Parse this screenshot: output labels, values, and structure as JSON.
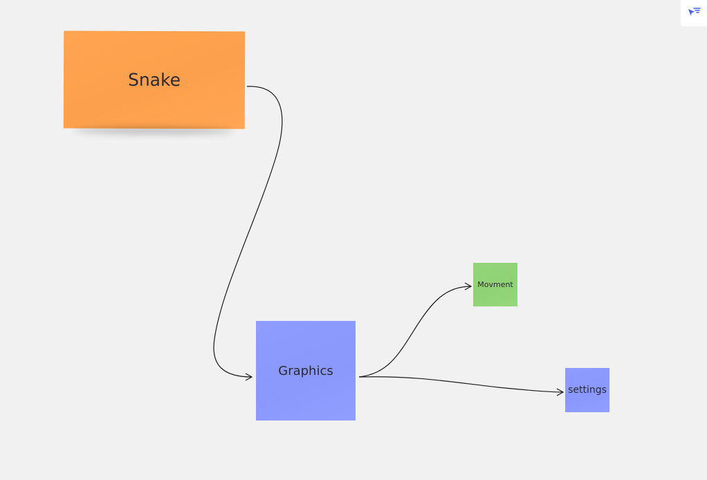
{
  "notes": {
    "snake": {
      "label": "Snake",
      "color": "#fda04d"
    },
    "graphics": {
      "label": "Graphics",
      "color": "#8a98fc"
    },
    "movment": {
      "label": "Movment",
      "color": "#8fd175"
    },
    "settings": {
      "label": "settings",
      "color": "#8a98fc"
    }
  },
  "connectors": [
    {
      "from": "Snake",
      "to": "Graphics"
    },
    {
      "from": "Graphics",
      "to": "Movment"
    },
    {
      "from": "Graphics",
      "to": "settings"
    }
  ],
  "toolbar": {
    "cursor_filter_icon": "cursor-filter-icon",
    "icon_color": "#4262ff"
  }
}
